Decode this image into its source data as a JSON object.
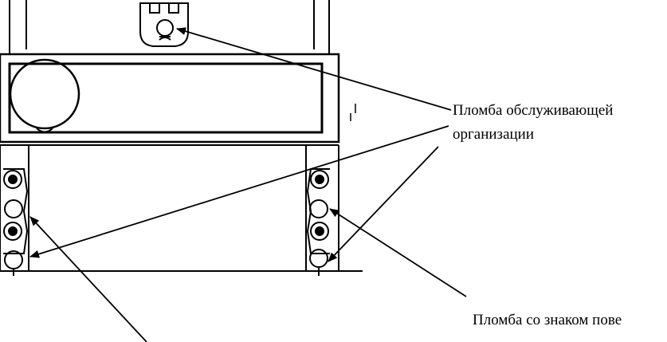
{
  "diagram": {
    "labels": {
      "service_seal_line1": "Пломба обслуживающей",
      "service_seal_line2": "организации",
      "verification_seal": "Пломба со знаком пове"
    },
    "colors": {
      "stroke": "#000000",
      "background": "#ffffff"
    }
  }
}
